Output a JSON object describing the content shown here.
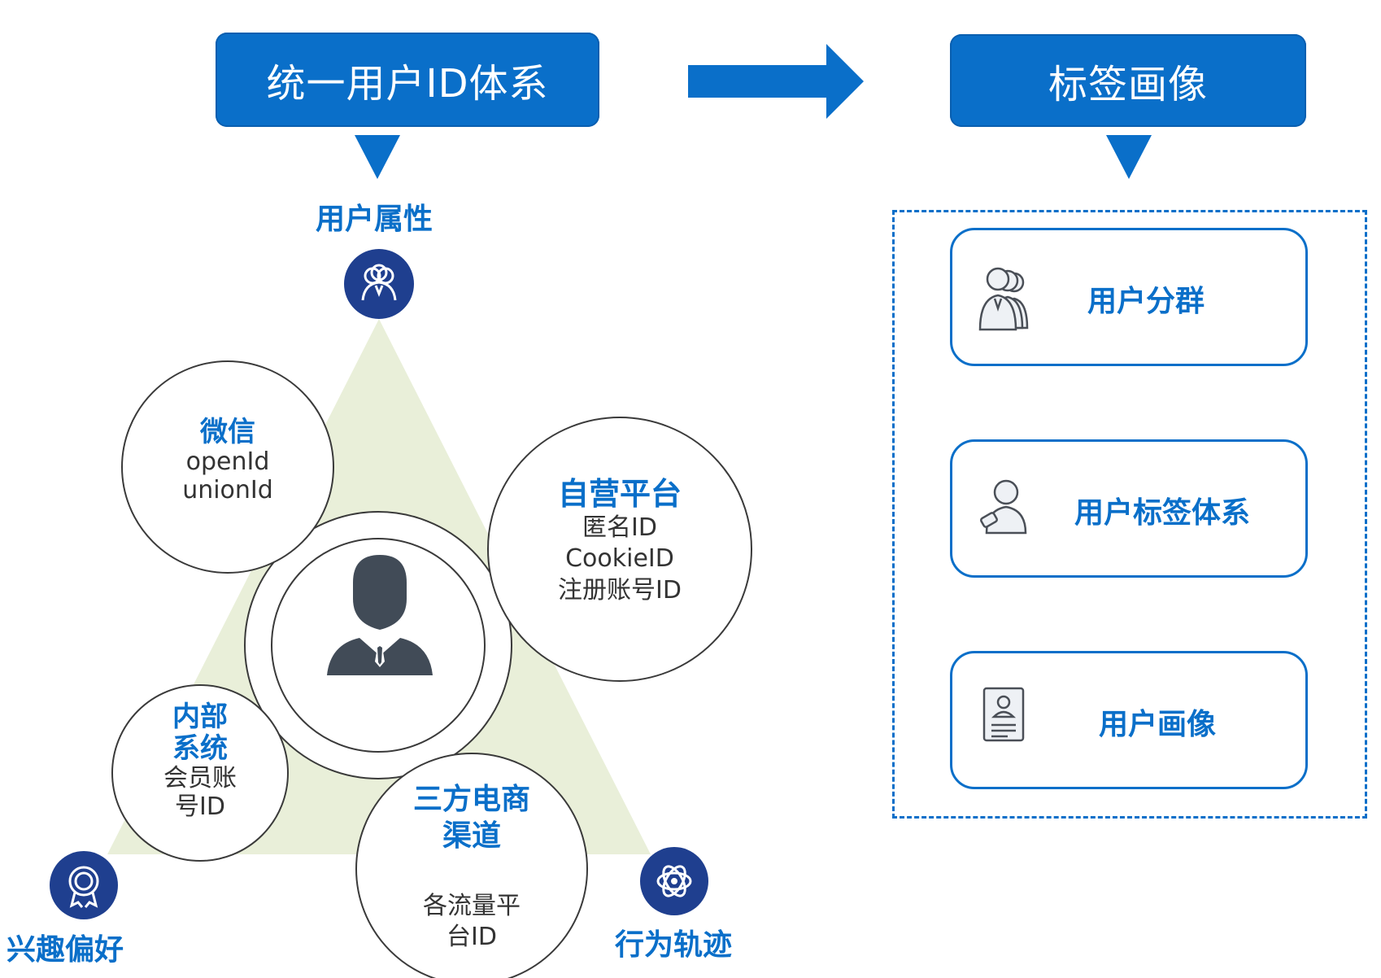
{
  "left_title": "统一用户ID体系",
  "right_title": "标签画像",
  "corner_labels": {
    "top": "用户属性",
    "bottom_left": "兴趣偏好",
    "bottom_right": "行为轨迹"
  },
  "id_sources": {
    "wechat": {
      "title": "微信",
      "lines": [
        "openId",
        "unionId"
      ]
    },
    "own_platform": {
      "title": "自营平台",
      "lines": [
        "匿名ID",
        "CookieID",
        "注册账号ID"
      ]
    },
    "internal": {
      "title_lines": [
        "内部",
        "系统"
      ],
      "lines": [
        "会员账",
        "号ID"
      ]
    },
    "third_party": {
      "title_lines": [
        "三方电商",
        "渠道"
      ],
      "lines": [
        "各流量平",
        "台ID"
      ]
    }
  },
  "profile_cards": [
    {
      "label": "用户分群",
      "icon": "user-group-icon"
    },
    {
      "label": "用户标签体系",
      "icon": "user-tag-icon"
    },
    {
      "label": "用户画像",
      "icon": "profile-card-icon"
    }
  ],
  "colors": {
    "primary_blue": "#0a6fc9",
    "navy_icon": "#1f3f8f",
    "triangle_fill": "#e9efd9",
    "person_gray": "#414b57"
  }
}
